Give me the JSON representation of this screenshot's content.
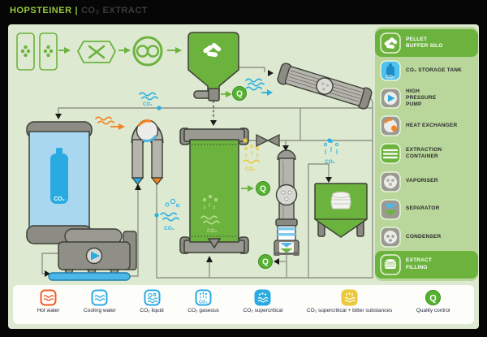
{
  "header": {
    "brand": "HOPSTEINER",
    "divider": "|",
    "product": "CO₂ EXTRACT"
  },
  "accent_colors": {
    "green": "#6cb33e",
    "blue": "#29abe2",
    "orange": "#f58220",
    "yellow": "#ecc83d",
    "canvas": "#dde9d0",
    "panel": "#b9d79b"
  },
  "legend": {
    "items": [
      {
        "label": "PELLET\nBUFFER SILO",
        "icon": "pellet-buffer-silo-icon",
        "highlight": true
      },
      {
        "label": "CO₂ STORAGE TANK",
        "icon": "co2-storage-tank-icon",
        "highlight": false
      },
      {
        "label": "HIGH\nPRESSURE\nPUMP",
        "icon": "high-pressure-pump-icon",
        "highlight": false
      },
      {
        "label": "HEAT EXCHANGER",
        "icon": "heat-exchanger-icon",
        "highlight": false
      },
      {
        "label": "EXTRACTION\nCONTAINER",
        "icon": "extraction-container-icon",
        "highlight": false
      },
      {
        "label": "VAPORISER",
        "icon": "vaporiser-icon",
        "highlight": false
      },
      {
        "label": "SEPARATOR",
        "icon": "separator-icon",
        "highlight": false
      },
      {
        "label": "CONDENSER",
        "icon": "condenser-icon",
        "highlight": false
      },
      {
        "label": "EXTRACT\nFILLING",
        "icon": "extract-filling-icon",
        "highlight": true
      }
    ]
  },
  "flow_legend": {
    "items": [
      {
        "label": "Hot water",
        "icon": "hot-water-icon"
      },
      {
        "label": "Cooling water",
        "icon": "cooling-water-icon"
      },
      {
        "label": "CO₂ liquid",
        "icon": "co2-liquid-icon"
      },
      {
        "label": "CO₂ gaseous",
        "icon": "co2-gaseous-icon"
      },
      {
        "label": "CO₂ supercritical",
        "icon": "co2-supercritical-icon"
      },
      {
        "label": "CO₂ supercritical + bitter substances",
        "icon": "co2-supercritical-bitter-icon"
      },
      {
        "label": "Quality control",
        "icon": "quality-control-icon"
      }
    ]
  },
  "diagram": {
    "co2": "CO₂",
    "q": "Q"
  }
}
